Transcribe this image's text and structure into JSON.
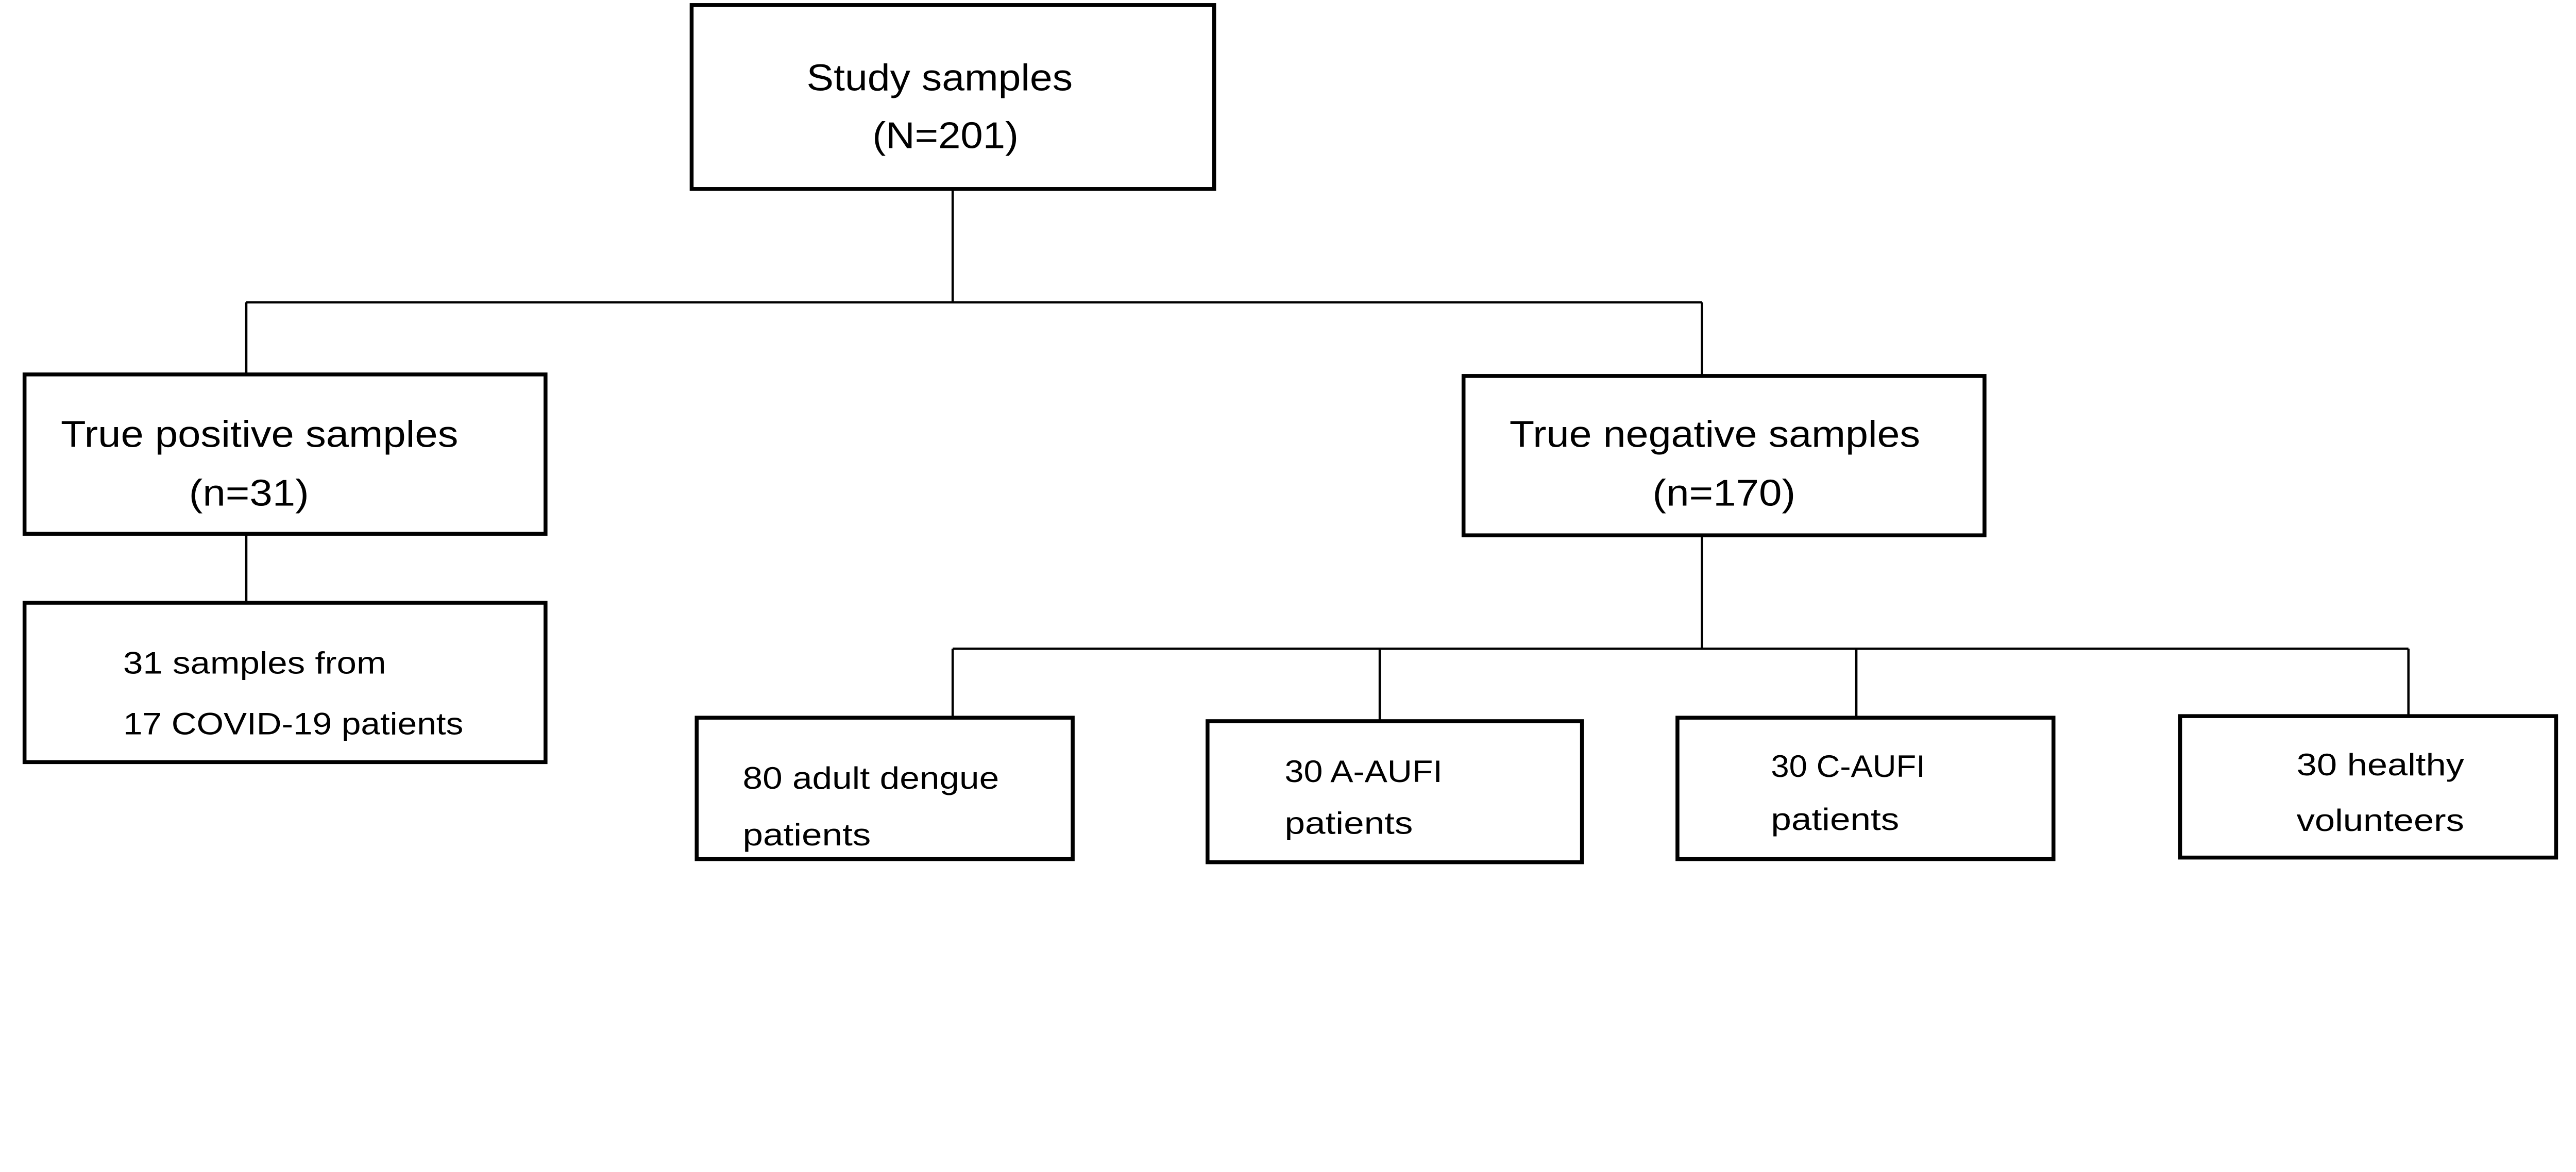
{
  "root": {
    "line1": "Study samples",
    "line2": "(N=201)"
  },
  "positive": {
    "line1": "True positive samples",
    "line2": "(n=31)"
  },
  "negative": {
    "line1": "True negative samples",
    "line2": "(n=170)"
  },
  "positive_detail": {
    "line1": "31 samples from",
    "line2": "17 COVID-19 patients"
  },
  "negative_groups": [
    {
      "line1": "80 adult dengue",
      "line2": "patients"
    },
    {
      "line1": "30 A-AUFI",
      "line2": "patients"
    },
    {
      "line1": "30 C-AUFI",
      "line2": "patients"
    },
    {
      "line1": "30 healthy",
      "line2": "volunteers"
    }
  ]
}
